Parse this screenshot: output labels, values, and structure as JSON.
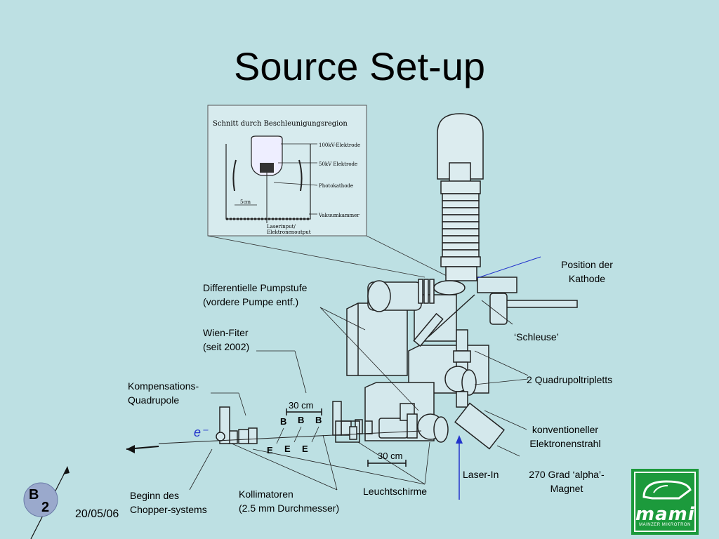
{
  "slide": {
    "title": "Source Set-up",
    "date": "20/05/06"
  },
  "inset": {
    "title": "Schnitt durch Beschleunigungsregion",
    "labels": [
      "100kV-Elektrode",
      "50kV Elektrode",
      "Photokathode",
      "Vakuumkammer",
      "5cm",
      "Laserinput/",
      "Elektronenoutput"
    ]
  },
  "callouts": {
    "position_der_kathode": [
      "Position der",
      "Kathode"
    ],
    "differentielle_pumpstufe": [
      "Differentielle Pumpstufe",
      "(vordere Pumpe entf.)"
    ],
    "wien_filter": [
      "Wien-Fiter",
      "(seit 2002)"
    ],
    "kompensations": [
      "Kompensations-",
      "Quadrupole"
    ],
    "schleuse": "‘Schleuse’",
    "quadrupoltripletts": "2 Quadrupoltripletts",
    "konventioneller": [
      "konventioneller",
      "Elektronenstrahl"
    ],
    "laser_in": "Laser-In",
    "grad_magnet": [
      "270 Grad ‘alpha’-",
      "Magnet"
    ],
    "leuchtschirme": "Leuchtschirme",
    "kollimatoren": [
      "Kollimatoren",
      "(2.5 mm Durchmesser)"
    ],
    "beginn": [
      "Beginn des",
      "Chopper-systems"
    ]
  },
  "scale": {
    "top": "30 cm",
    "bottom": "30 cm"
  },
  "markers": {
    "b": "B",
    "e": "E",
    "electron": "e⁻"
  },
  "badge": {
    "letter": "B",
    "number": "2"
  },
  "logo": {
    "word": "mami",
    "subtitle": "MAINZER MIKROTRON"
  },
  "colors": {
    "background": "#bde0e3",
    "logo_green": "#1c9a3c",
    "laser_blue": "#2233cc"
  }
}
